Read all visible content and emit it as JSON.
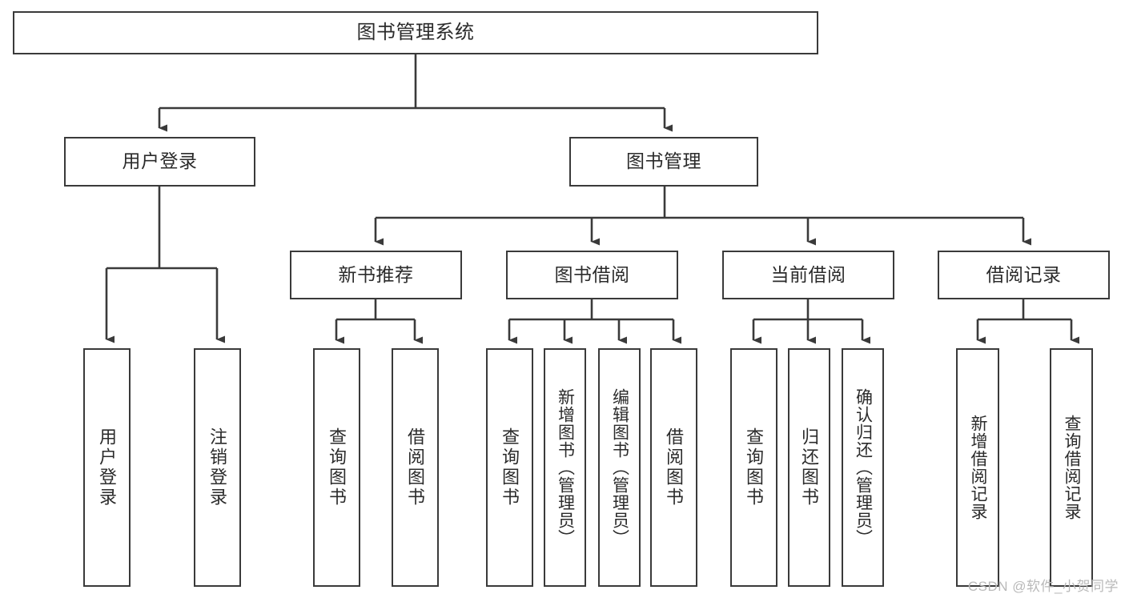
{
  "diagram": {
    "type": "tree",
    "title": "图书管理系统",
    "orientation": "top-down",
    "colors": {
      "box_border": "#3a3a3a",
      "box_fill": "#ffffff",
      "edge": "#3a3a3a",
      "text": "#2b2b2b",
      "watermark": "#b9b9b9",
      "background": "#ffffff"
    },
    "root": {
      "label": "图书管理系统"
    },
    "level2": [
      {
        "label": "用户登录"
      },
      {
        "label": "图书管理"
      }
    ],
    "level3": [
      {
        "label": "新书推荐"
      },
      {
        "label": "图书借阅"
      },
      {
        "label": "当前借阅"
      },
      {
        "label": "借阅记录"
      }
    ],
    "leaves": {
      "user_login": [
        {
          "label": "用户登录"
        },
        {
          "label": "注销登录"
        }
      ],
      "new_book_recommend": [
        {
          "label": "查询图书"
        },
        {
          "label": "借阅图书"
        }
      ],
      "book_borrow": [
        {
          "label": "查询图书"
        },
        {
          "label": "新增图书（管理员）"
        },
        {
          "label": "编辑图书（管理员）"
        },
        {
          "label": "借阅图书"
        }
      ],
      "current_borrow": [
        {
          "label": "查询图书"
        },
        {
          "label": "归还图书"
        },
        {
          "label": "确认归还（管理员）"
        }
      ],
      "borrow_record": [
        {
          "label": "新增借阅记录"
        },
        {
          "label": "查询借阅记录"
        }
      ]
    }
  },
  "watermark": {
    "text": "CSDN @软件_小贺同学"
  }
}
